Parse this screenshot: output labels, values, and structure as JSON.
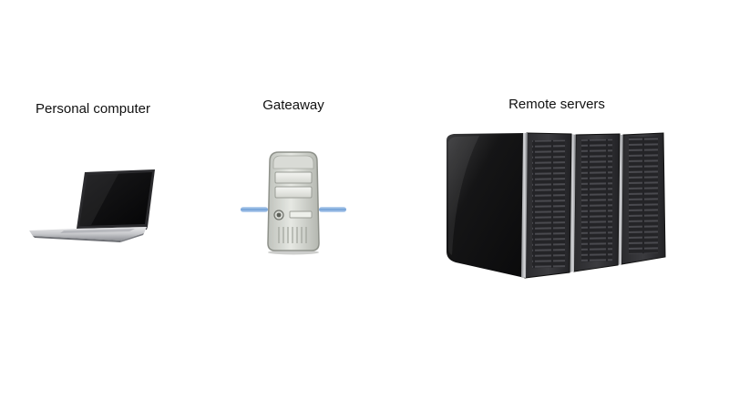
{
  "diagram": {
    "nodes": [
      {
        "id": "personal-computer",
        "label": "Personal computer",
        "icon": "laptop-icon"
      },
      {
        "id": "gateway",
        "label": "Gateaway",
        "icon": "gateway-server-icon"
      },
      {
        "id": "remote-servers",
        "label": "Remote servers",
        "icon": "server-rack-icon"
      }
    ]
  }
}
